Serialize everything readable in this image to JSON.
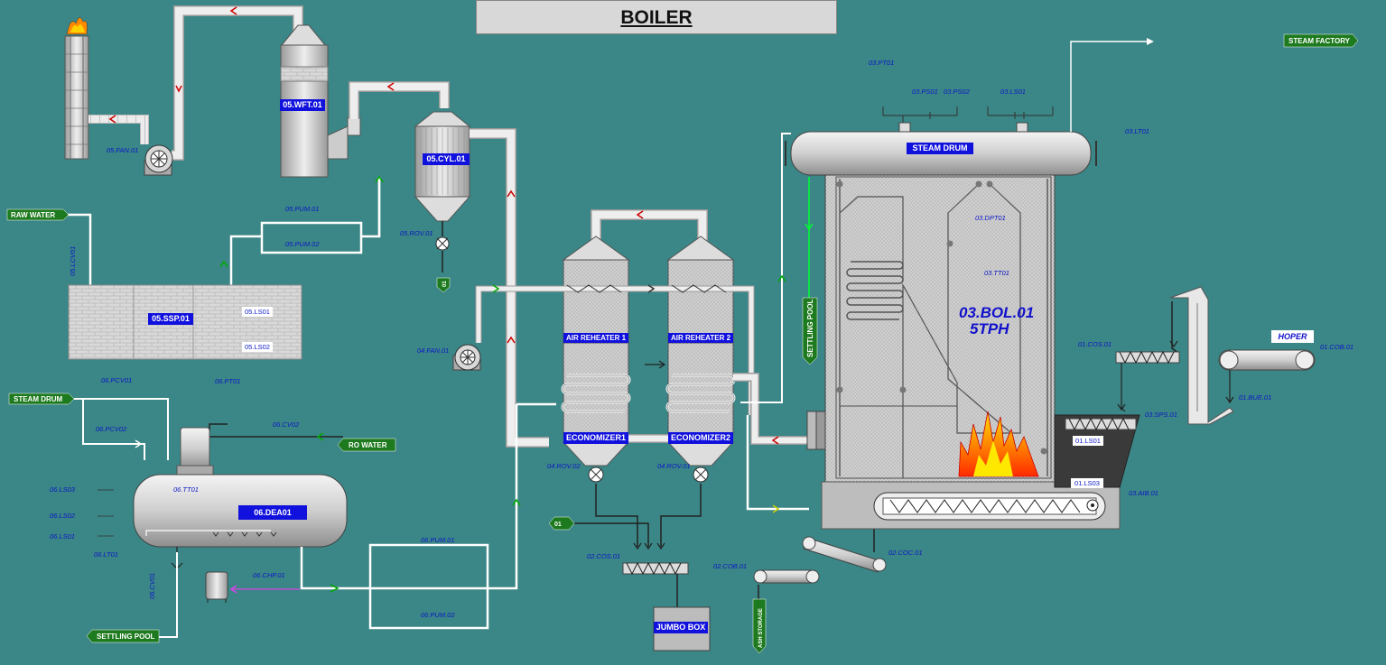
{
  "title": "BOILER",
  "boiler": {
    "name": "03.BOL.01",
    "capacity": "5TPH"
  },
  "hoper": "HOPER",
  "flags": {
    "raw_water": "RAW WATER",
    "steam_drum_in": "STEAM DRUM",
    "ro_water": "RO WATER",
    "settling_pool_bottom": "SETTLING POOL",
    "steam_factory": "STEAM FACTORY",
    "settling_pool_vertical": "SETTLING POOL",
    "ash_storage": "ASH STORAGE",
    "o1_a": "01",
    "o1_b": "01"
  },
  "equipment": {
    "wft": "05.WFT.01",
    "cyl": "05.CYL.01",
    "ssp": "05.SSP.01",
    "dea": "06.DEA01",
    "steam_drum": "STEAM DRUM",
    "air_reheater_1": "AIR REHEATER 1",
    "air_reheater_2": "AIR REHEATER 2",
    "economizer_1": "ECONOMIZER1",
    "economizer_2": "ECONOMIZER2",
    "jumbo_box": "JUMBO BOX",
    "ls_01_ls01": "01.LS01",
    "ls_01_ls03": "01.LS03",
    "ssp_ls01": "05.LS01",
    "ssp_ls02": "05.LS02"
  },
  "tags": {
    "fan05": "05.FAN.01",
    "pum05_1": "05.PUM.01",
    "pum05_2": "05.PUM.02",
    "rov05": "05.ROV.01",
    "lcv05": "05.LCV01",
    "pcv06_1": "06.PCV01",
    "pt06": "06.PT01",
    "pcv06_2": "06.PCV02",
    "cv06_02": "06.CV02",
    "tt06": "06.TT01",
    "ls06_3": "06.LS03",
    "ls06_2": "06.LS02",
    "ls06_1": "06.LS01",
    "lt06": "06.LT01",
    "cv06_01": "06.CV01",
    "chp06": "06.CHP.01",
    "pum06_1": "06.PUM.01",
    "pum06_2": "06.PUM.02",
    "fan04": "04.FAN.01",
    "rov04_2": "04.ROV.02",
    "rov04_1": "04.ROV.01",
    "cos02": "02.COS.01",
    "cob02": "02.COB.01",
    "coc02": "02.COC.01",
    "pt03": "03.PT01",
    "ps03_1": "03.PS01",
    "ps03_2": "03.PS02",
    "ls03": "03.LS01",
    "lt03": "03.LT01",
    "dpt03": "03.DPT01",
    "tt03": "03.TT01",
    "cos01": "01.COS.01",
    "cob01": "01.COB.01",
    "bue01": "01.BUE.01",
    "sps03": "03.SPS.01",
    "aib03": "03.AIB.01"
  }
}
